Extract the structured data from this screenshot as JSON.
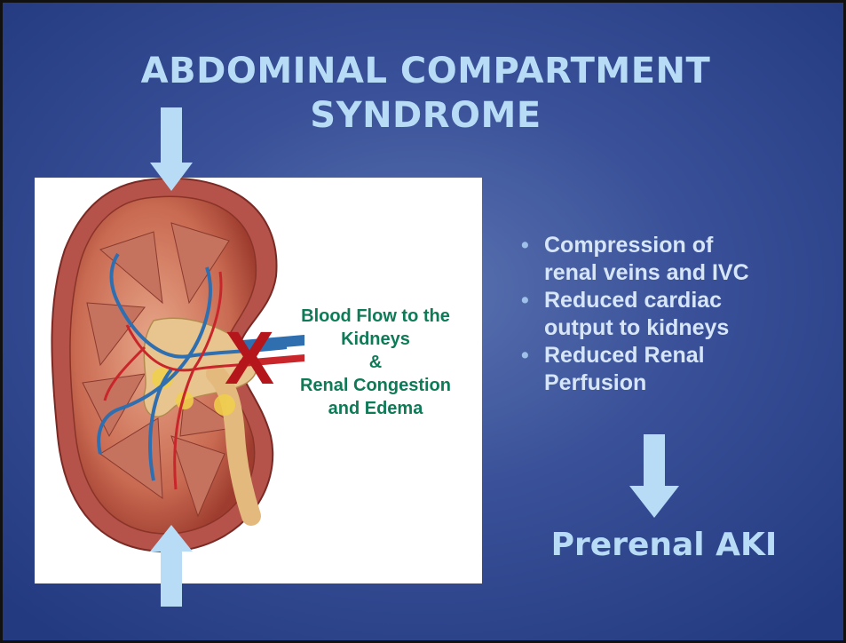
{
  "slide": {
    "title_line1": "ABDOMINAL COMPARTMENT",
    "title_line2": "SYNDROME"
  },
  "diagram": {
    "label_lines": [
      "Blood Flow to the",
      "Kidneys",
      "&",
      "Renal Congestion",
      "and Edema"
    ],
    "x_mark": "X",
    "image_subject": "kidney cross-section"
  },
  "bullets": {
    "items": [
      [
        "Compression of",
        "renal veins and IVC"
      ],
      [
        "Reduced cardiac",
        "output to kidneys"
      ],
      [
        "Reduced Renal",
        "Perfusion"
      ]
    ]
  },
  "result": {
    "label": "Prerenal AKI"
  },
  "colors": {
    "title": "#b8dcf6",
    "label_text": "#0f7a57",
    "x_mark": "#b4161b",
    "arrow": "#b8dcf6"
  }
}
